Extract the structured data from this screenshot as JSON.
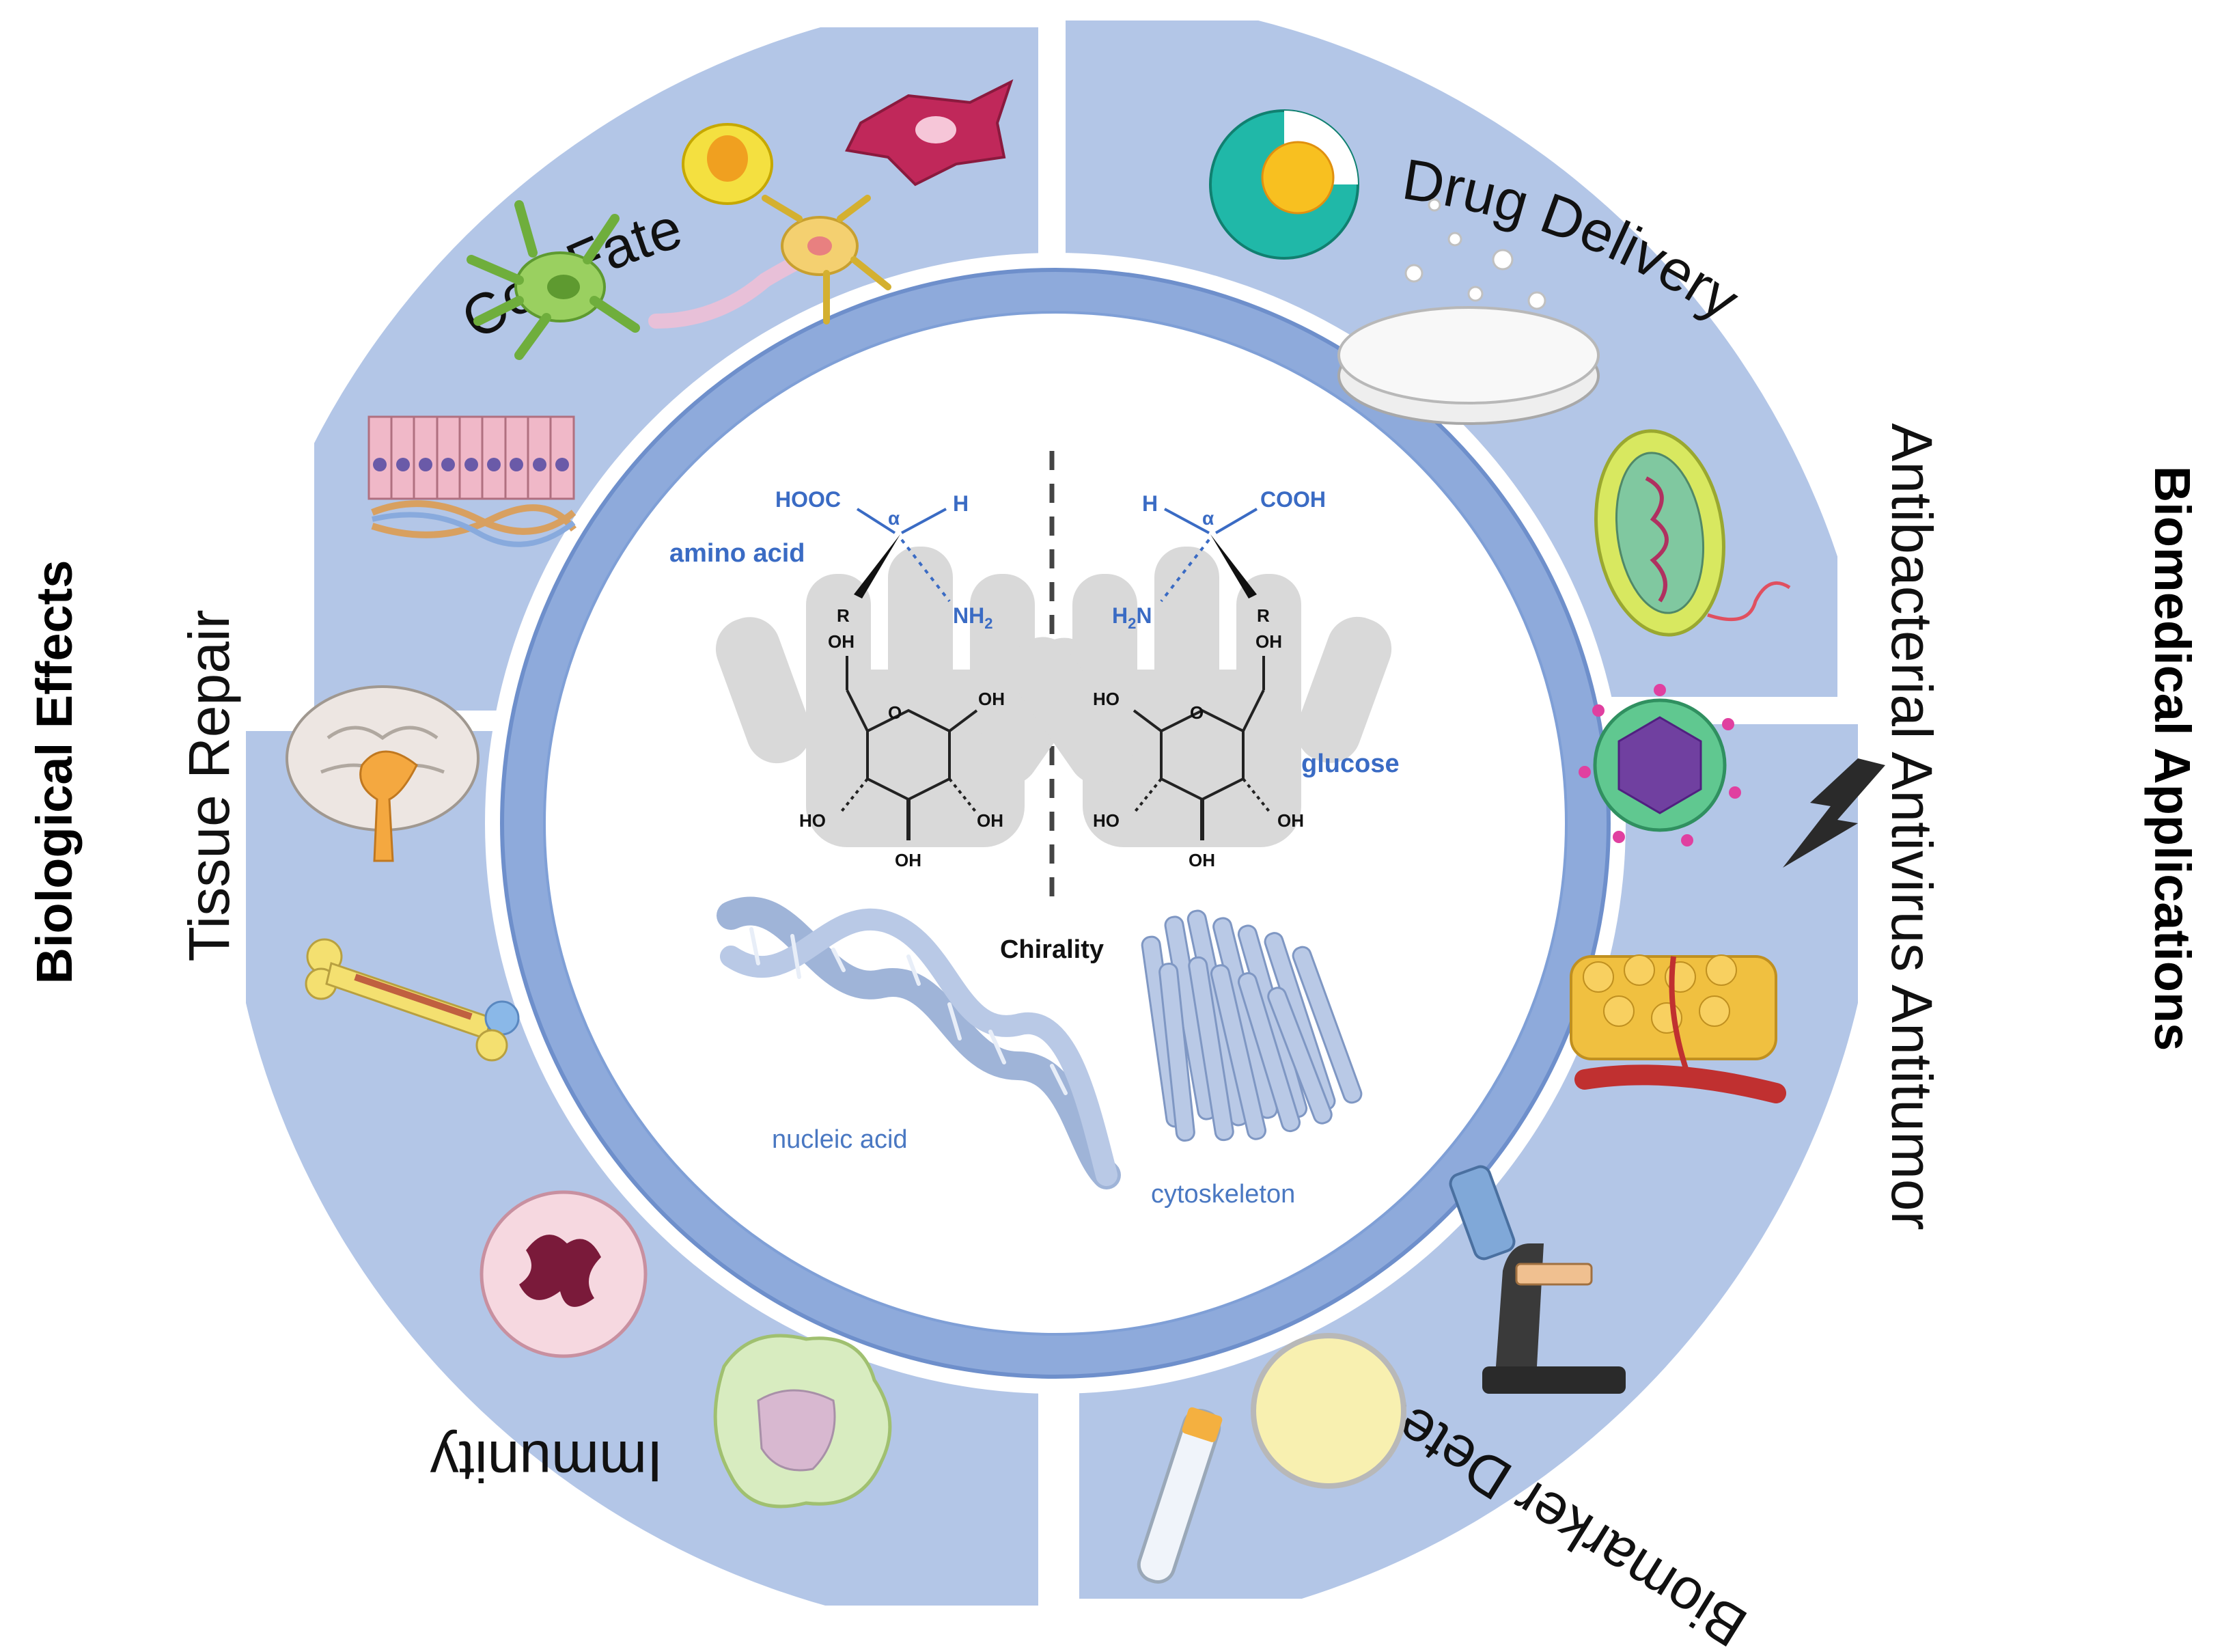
{
  "titles": {
    "left": "Biological Effects",
    "right": "Biomedical Applications"
  },
  "ring_labels": {
    "cell_fate": "Cell Fate",
    "tissue_repair": "Tissue Repair",
    "immunity": "Immunity",
    "drug_delivery": "Drug Delivery",
    "antibacterial": "Antibacterial Antivirus Antitumor",
    "biomarker": "Biomarker Detection"
  },
  "center": {
    "chirality": "Chirality",
    "amino_acid": "amino acid",
    "glucose": "glucose",
    "nucleic_acid": "nucleic acid",
    "cytoskeleton": "cytoskeleton",
    "left_molecule": {
      "acid": "HOOC",
      "alpha": "α",
      "h": "H",
      "r": "R",
      "amine": "NH",
      "amine_sub": "2"
    },
    "right_molecule": {
      "acid": "COOH",
      "alpha": "α",
      "h": "H",
      "r": "R",
      "amine": "H",
      "amine_sub": "2",
      "amine_n": "N"
    },
    "oh": "OH",
    "ho": "HO",
    "ring_o": "O"
  },
  "colors": {
    "ring": "#b3c6e7",
    "inner_ring": "#8eaadb",
    "chem_blue": "#3a6bc4",
    "hand": "#d9d9d9"
  }
}
